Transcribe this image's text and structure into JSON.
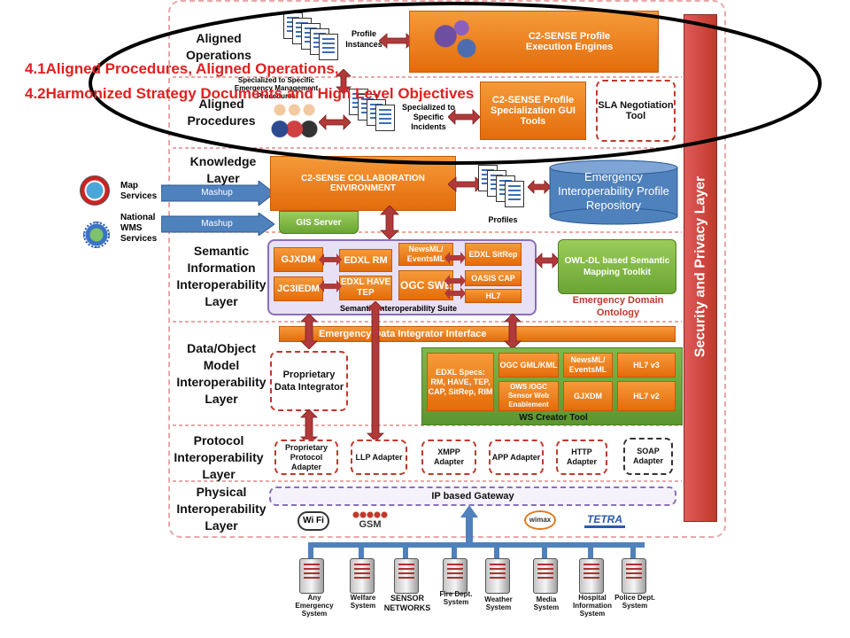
{
  "layers": {
    "aligned_operations": "Aligned Operations",
    "aligned_procedures": "Aligned Procedures",
    "knowledge": "Knowledge Layer",
    "semantic": "Semantic Information Interoperability Layer",
    "data_object": "Data/Object Model Interoperability Layer",
    "protocol": "Protocol Interoperability Layer",
    "physical": "Physical Interoperability Layer"
  },
  "overlay": {
    "line1": "4.1Aligned Procedures, Aligned Operations,",
    "line2": "4.2Harmonized Strategy Documents and High Level Objectives"
  },
  "top": {
    "profile_instances": "Profile Instances",
    "execution_engines": "C2-SENSE Profile Execution Engines",
    "specialized_emergency": "Specialized to Specific Emergency Management Procedures",
    "specialized_incidents": "Specialized to Specific Incidents",
    "profile_gui": "C2-SENSE Profile Specialization GUI Tools",
    "sla": "SLA Negotiation Tool"
  },
  "knowledge": {
    "map_services": "Map Services",
    "national_wms": "National WMS Services",
    "mashup1": "Mashup",
    "mashup2": "Mashup",
    "collab_env": "C2-SENSE COLLABORATION ENVIRONMENT",
    "gis_server": "GIS Server",
    "profiles": "Profiles",
    "repository": "Emergency Interoperability Profile Repository"
  },
  "semantic": {
    "gjxdm": "GJXDM",
    "edxl_rm": "EDXL RM",
    "newsml": "NewsML/ EventsML",
    "edxl_sitrep": "EDXL SitRep",
    "jc3iedm": "JC3IEDM",
    "edxl_have": "EDXL HAVE TEP",
    "ogc_swe": "OGC SWE",
    "oasis_cap": "OASIS CAP",
    "hl7": "HL7",
    "suite": "Semantic Interoperability Suite",
    "owl_dl": "OWL-DL based Semantic Mapping Toolkit",
    "ontology": "Emergency Domain Ontology"
  },
  "data": {
    "integrator_interface": "Emergency Data Integrator Interface",
    "proprietary_integrator": "Proprietary Data Integrator",
    "edxl_specs": "EDXL Specs: RM, HAVE, TEP, CAP, SitRep, RIM",
    "ogc_gml": "OGC GML/KML",
    "newsml": "NewsML/ EventsML",
    "hl7v3": "HL7 v3",
    "ows": "OWS /OGC Sensor Web Enablement",
    "gjxdm": "GJXDM",
    "hl7v2": "HL7 v2",
    "ws_creator": "WS Creator Tool"
  },
  "protocol": {
    "proprietary": "Proprietary Protocol Adapter",
    "llp": "LLP Adapter",
    "xmpp": "XMPP Adapter",
    "app": "APP Adapter",
    "http": "HTTP Adapter",
    "soap": "SOAP Adapter"
  },
  "physical": {
    "gateway": "IP based Gateway",
    "wifi": "Wi Fi",
    "gsm": "GSM",
    "wimax": "wimax",
    "tetra": "TETRA"
  },
  "security": "Security and Privacy Layer",
  "systems": [
    "Any Emergency System",
    "Welfare System",
    "SENSOR NETWORKS",
    "Fire Dept. System",
    "Weather System",
    "Media System",
    "Hospital Information System",
    "Police Dept. System"
  ],
  "colors": {
    "orange": "#e46c0a",
    "green": "#6aa534",
    "red": "#c0392b",
    "blue": "#4f81bd",
    "lavender": "#e8e0f4"
  }
}
